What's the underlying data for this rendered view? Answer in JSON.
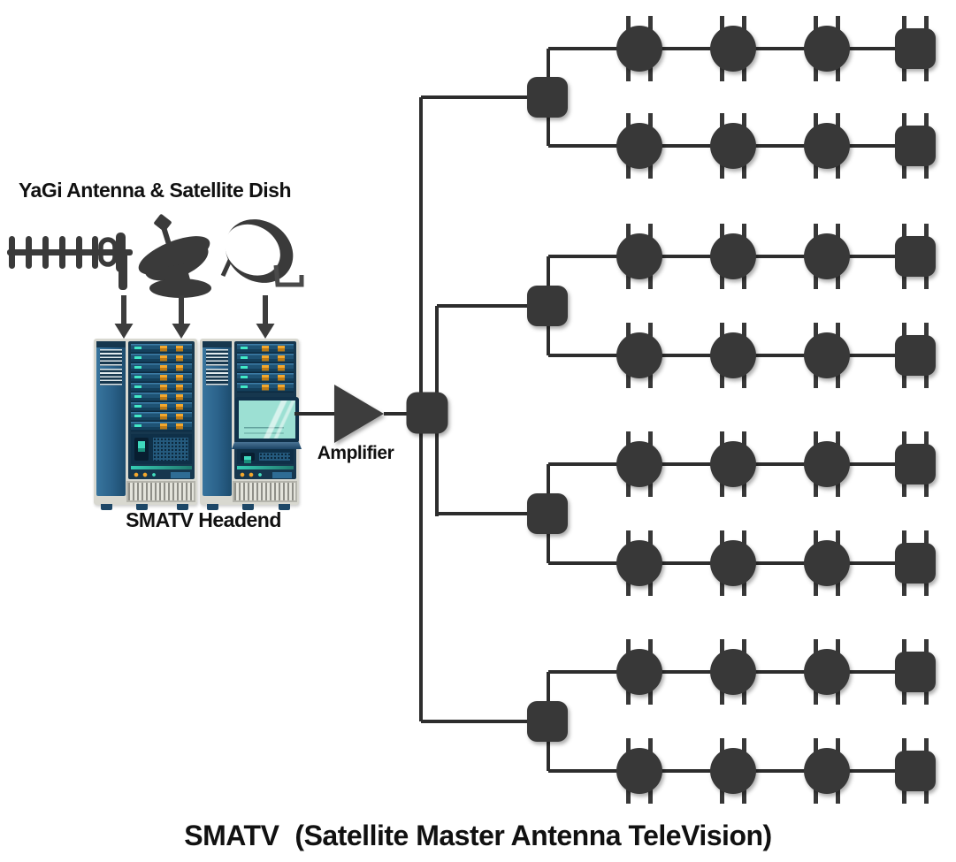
{
  "title": {
    "main": "SMATV",
    "paren": "(Satellite Master Antenna TeleVision)"
  },
  "sources": {
    "heading": "YaGi Antenna & Satellite Dish",
    "icons": [
      "yagi-antenna-icon",
      "satellite-dish-solid-icon",
      "satellite-dish-open-icon"
    ]
  },
  "headend": {
    "label": "SMATV Headend",
    "rack_count": 2
  },
  "amplifier": {
    "label": "Amplifier"
  },
  "distribution": {
    "branch_splitters": 4,
    "lines_per_branch": 2,
    "taps_per_line": 3,
    "end_taps_per_line": 1,
    "colors": {
      "node": "#383838",
      "line": "#2d2d2d",
      "amplifier": "#3e3e3e",
      "arrow": "#3d3d3d",
      "antenna": "#3a3a3a"
    }
  }
}
